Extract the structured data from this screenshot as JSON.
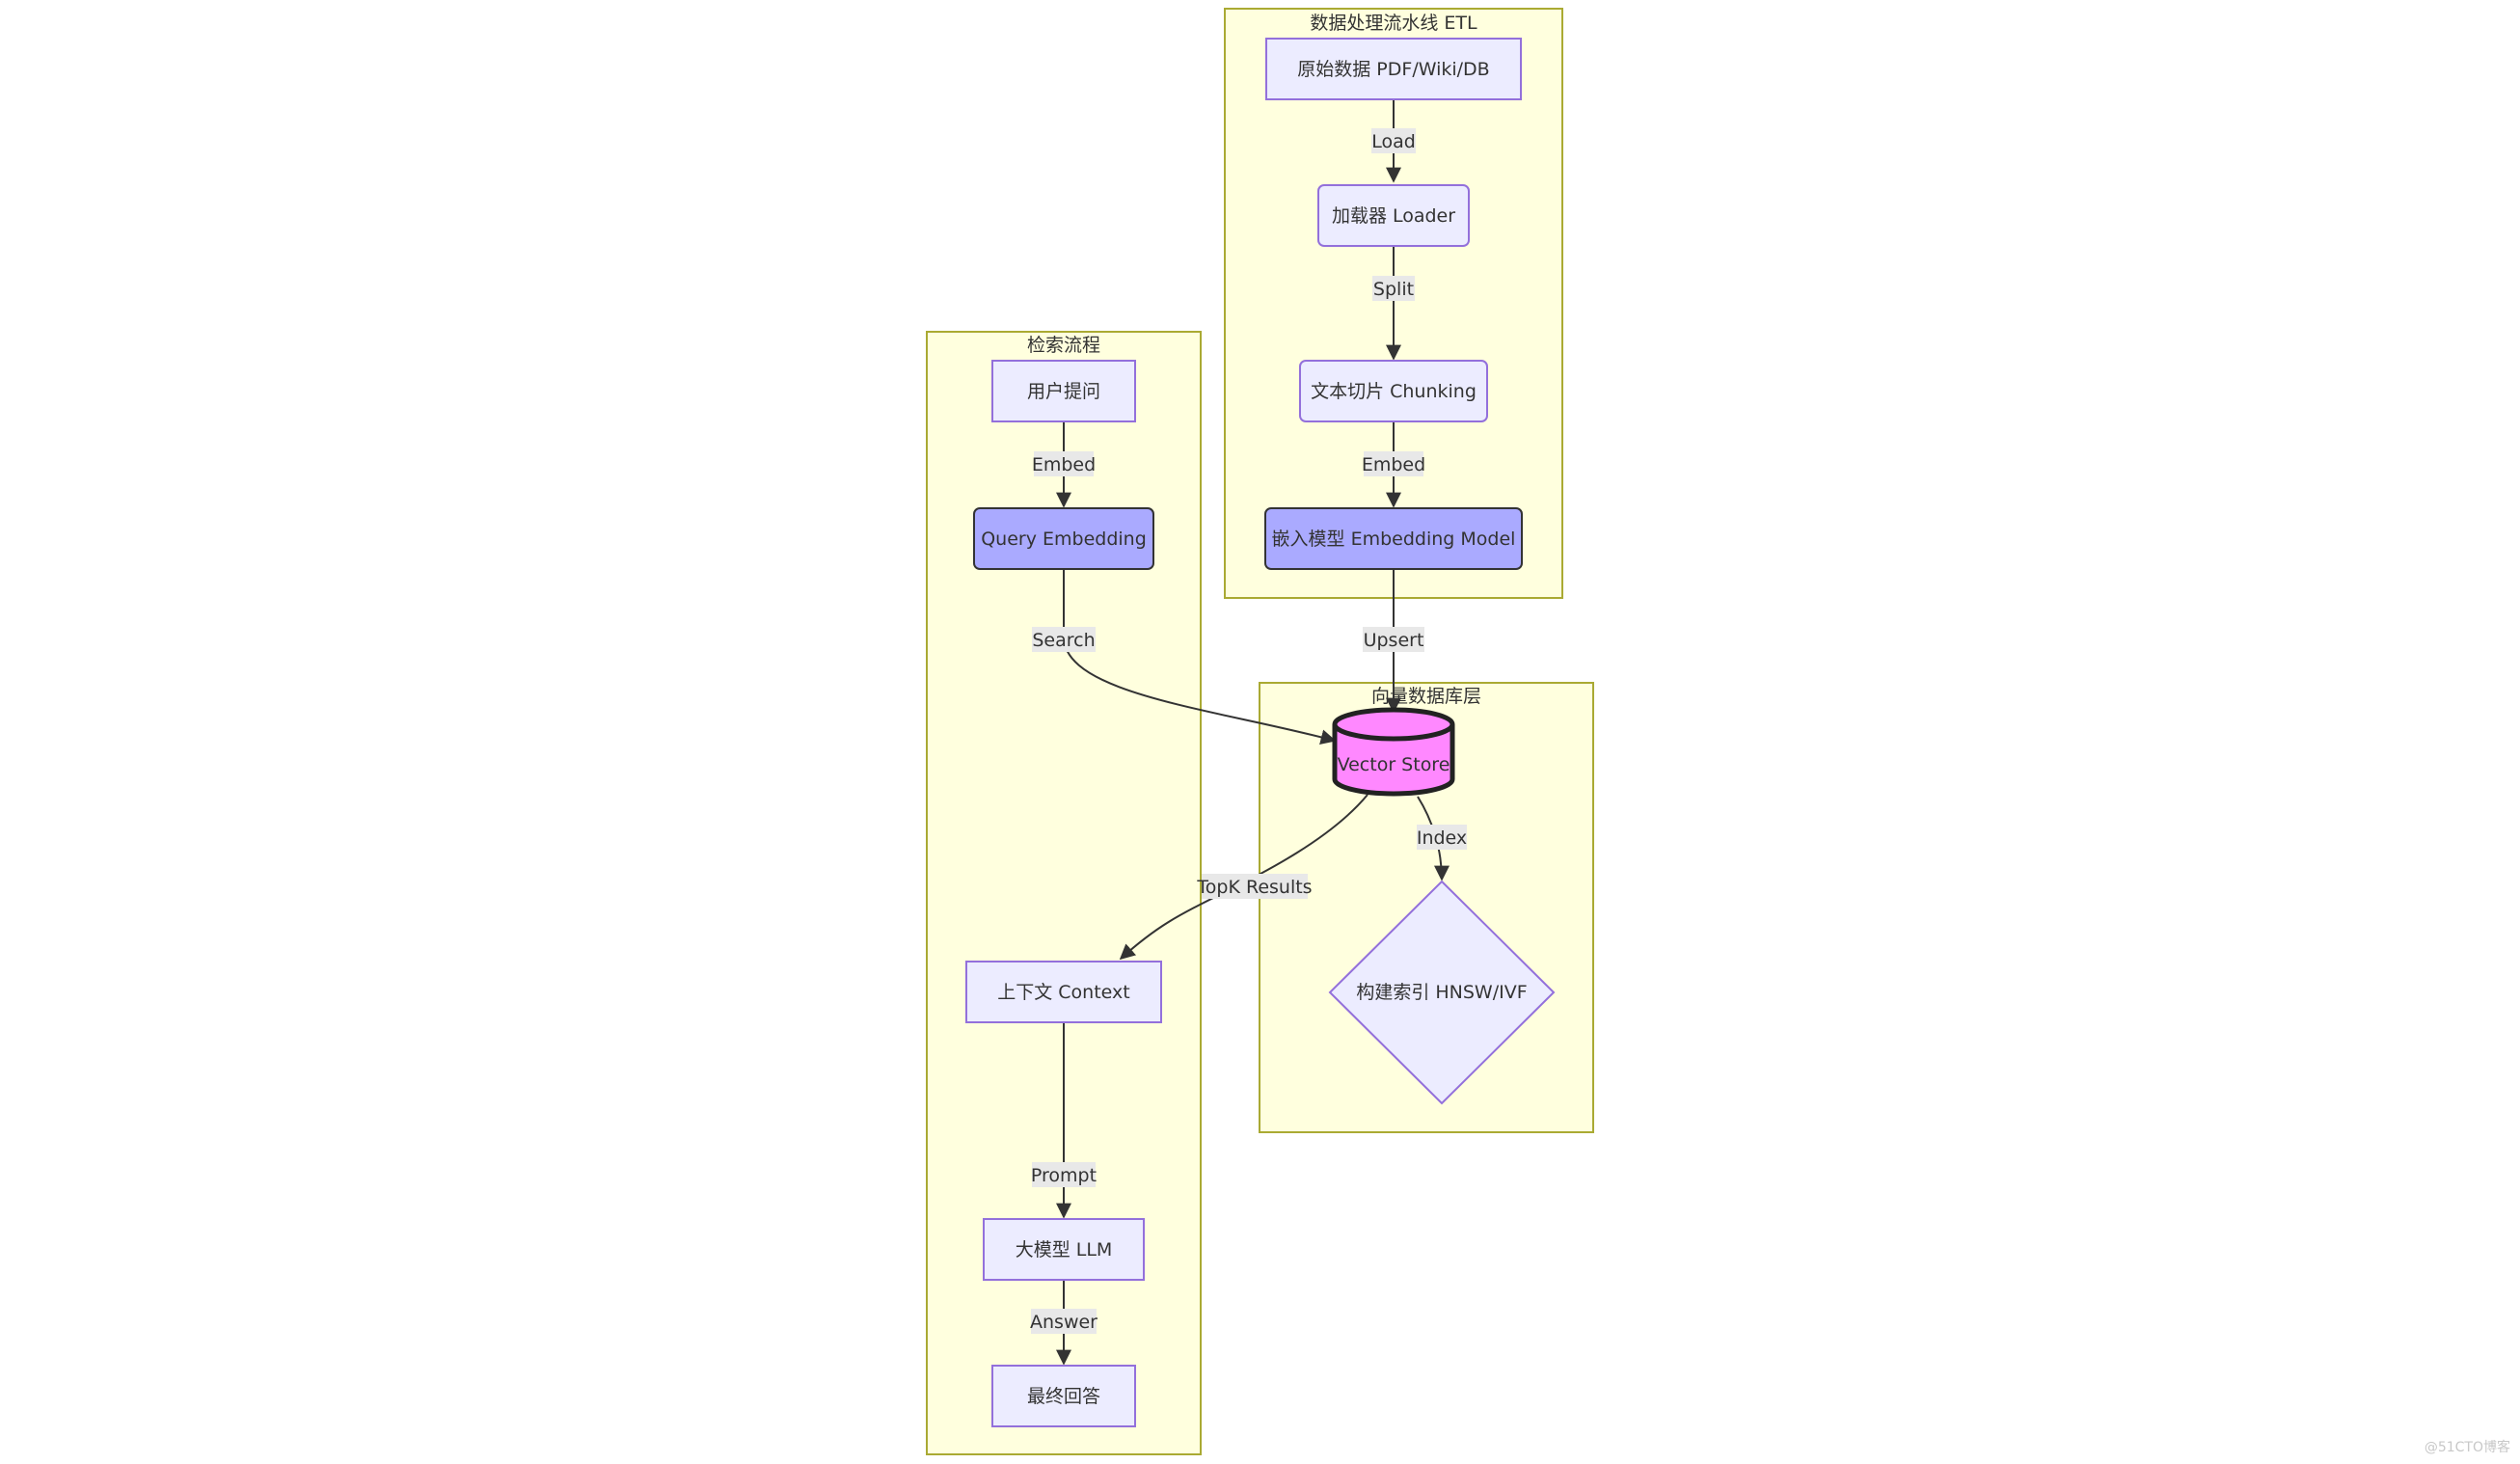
{
  "clusters": {
    "etl": "数据处理流水线 ETL",
    "retrieval": "检索流程",
    "vector": "向量数据库层"
  },
  "nodes": {
    "raw": "原始数据 PDF/Wiki/DB",
    "loader": "加载器 Loader",
    "chunk": "文本切片 Chunking",
    "embed_model": "嵌入模型 Embedding Model",
    "user_q": "用户提问",
    "query_emb": "Query Embedding",
    "store": "Vector Store",
    "index": "构建索引 HNSW/IVF",
    "context": "上下文 Context",
    "llm": "大模型 LLM",
    "answer": "最终回答"
  },
  "edges": {
    "load": "Load",
    "split": "Split",
    "embed1": "Embed",
    "upsert": "Upsert",
    "embed2": "Embed",
    "search": "Search",
    "topk": "TopK Results",
    "index": "Index",
    "prompt": "Prompt",
    "answer": "Answer"
  },
  "watermark": "@51CTO博客",
  "colors": {
    "cluster_fill": "#ffffde",
    "cluster_stroke": "#aaaa33",
    "node_fill": "#ececff",
    "node_stroke": "#9370db",
    "emphasis_fill": "#aaaaff",
    "store_fill": "#ff88ff"
  }
}
